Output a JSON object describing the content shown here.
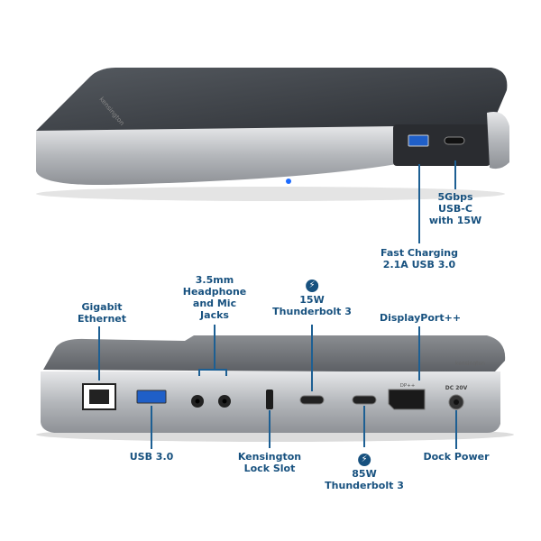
{
  "colors": {
    "label": "#17517f",
    "led": "#1e6cff",
    "silver": "#b9bcc0",
    "top_surface": "#3a3d42"
  },
  "device_markings": {
    "brand": "kensington",
    "dp": "DP++",
    "dc": "DC 20V"
  },
  "top_view_labels": {
    "usbc": [
      "5Gbps",
      "USB-C",
      "with 15W"
    ],
    "usb_fast": [
      "Fast Charging",
      "2.1A USB 3.0"
    ]
  },
  "rear_view_labels": {
    "ethernet": [
      "Gigabit",
      "Ethernet"
    ],
    "audio": [
      "3.5mm",
      "Headphone",
      "and Mic",
      "Jacks"
    ],
    "tb_15w": [
      "15W",
      "Thunderbolt 3"
    ],
    "displayport": [
      "DisplayPort++"
    ],
    "usb3": [
      "USB 3.0"
    ],
    "lock": [
      "Kensington",
      "Lock Slot"
    ],
    "tb_85w": [
      "85W",
      "Thunderbolt 3"
    ],
    "power": [
      "Dock Power"
    ]
  },
  "icons": {
    "thunderbolt": "thunderbolt-icon"
  }
}
